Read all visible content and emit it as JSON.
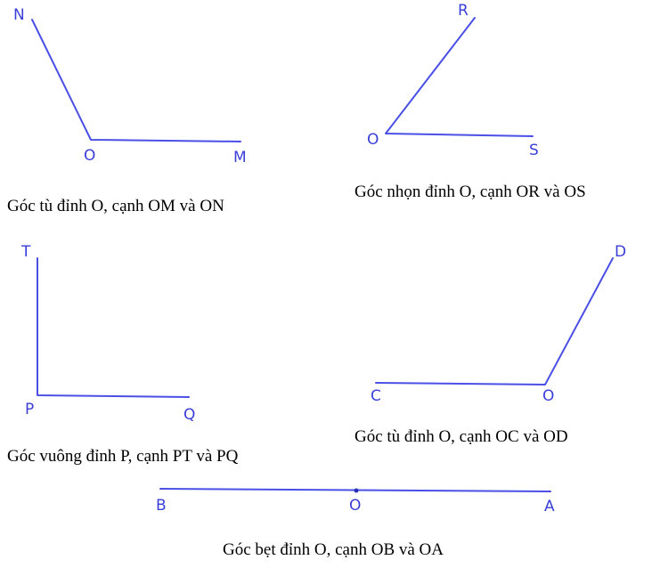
{
  "color_line": "#4a50e6",
  "color_label": "#3a3fd8",
  "angles": [
    {
      "labels": {
        "vertex": "O",
        "a": "M",
        "b": "N"
      },
      "caption": "Góc tù đỉnh O, cạnh OM và ON"
    },
    {
      "labels": {
        "vertex": "O",
        "a": "R",
        "b": "S"
      },
      "caption": "Góc nhọn đỉnh O, cạnh OR và OS"
    },
    {
      "labels": {
        "vertex": "P",
        "a": "T",
        "b": "Q"
      },
      "caption": "Góc vuông đỉnh P, cạnh PT và PQ"
    },
    {
      "labels": {
        "vertex": "O",
        "a": "C",
        "b": "D"
      },
      "caption": "Góc tù đỉnh O, cạnh OC và OD"
    },
    {
      "labels": {
        "vertex": "O",
        "a": "B",
        "b": "A"
      },
      "caption": "Góc bẹt đỉnh O, cạnh OB và OA"
    }
  ]
}
